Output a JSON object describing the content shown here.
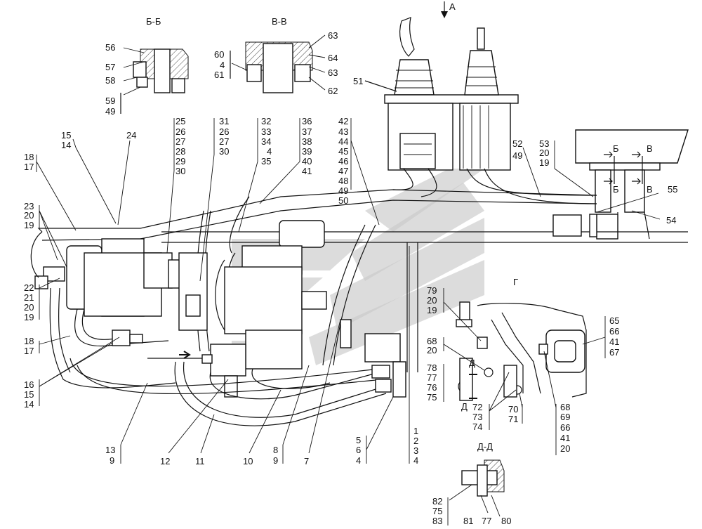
{
  "sections": {
    "bb": "Б-Б",
    "vv": "В-В",
    "g": "Г",
    "dd": "Д-Д",
    "a": "А",
    "b_mark": "Б",
    "v_mark": "В",
    "d_mark": "Д"
  },
  "callouts": {
    "bb_56": "56",
    "bb_57": "57",
    "bb_58": "58",
    "bb_59": "59",
    "bb_49": "49",
    "vv_60": "60",
    "vv_4": "4",
    "vv_61": "61",
    "vv_63a": "63",
    "vv_64": "64",
    "vv_63b": "63",
    "vv_62": "62",
    "s_25": "25",
    "s_26": "26",
    "s_27": "27",
    "s_28": "28",
    "s_29": "29",
    "s_30": "30",
    "s_31": "31",
    "s_26b": "26",
    "s_27b": "27",
    "s_30b": "30",
    "s_32": "32",
    "s_33": "33",
    "s_34": "34",
    "s_4": "4",
    "s_35": "35",
    "s_36": "36",
    "s_37": "37",
    "s_38": "38",
    "s_39": "39",
    "s_40": "40",
    "s_41": "41",
    "s_42": "42",
    "s_43": "43",
    "s_44": "44",
    "s_45": "45",
    "s_46": "46",
    "s_47": "47",
    "s_48": "48",
    "s_49": "49",
    "s_50": "50",
    "s_51": "51",
    "s_52": "52",
    "s_49b": "49",
    "s_53": "53",
    "s_20": "20",
    "s_19": "19",
    "s_55": "55",
    "s_54": "54",
    "s_15": "15",
    "s_14": "14",
    "s_24": "24",
    "s_18": "18",
    "s_17": "17",
    "s_23": "23",
    "s_20c": "20",
    "s_19c": "19",
    "s_22": "22",
    "s_21": "21",
    "s_20d": "20",
    "s_19d": "19",
    "s_18b": "18",
    "s_17b": "17",
    "s_16": "16",
    "s_15b": "15",
    "s_14b": "14",
    "s_13": "13",
    "s_9": "9",
    "s_12": "12",
    "s_11": "11",
    "s_10": "10",
    "s_8": "8",
    "s_9b": "9",
    "s_7": "7",
    "s_5": "5",
    "s_6": "6",
    "s_4b": "4",
    "s_1": "1",
    "s_2": "2",
    "s_3": "3",
    "s_4c": "4",
    "g_79": "79",
    "g_20": "20",
    "g_19": "19",
    "g_68": "68",
    "g_20b": "20",
    "g_78": "78",
    "g_77": "77",
    "g_76": "76",
    "g_75": "75",
    "g_72": "72",
    "g_73": "73",
    "g_74": "74",
    "g_70": "70",
    "g_71": "71",
    "g_65": "65",
    "g_66": "66",
    "g_41": "41",
    "g_67": "67",
    "g_68b": "68",
    "g_69": "69",
    "g_66b": "66",
    "g_41b": "41",
    "g_20c": "20",
    "dd_82": "82",
    "dd_75": "75",
    "dd_83": "83",
    "dd_81": "81",
    "dd_77": "77",
    "dd_80": "80"
  },
  "colors": {
    "ink": "#111111",
    "watermark": "#c9c9c9",
    "background": "#ffffff"
  }
}
